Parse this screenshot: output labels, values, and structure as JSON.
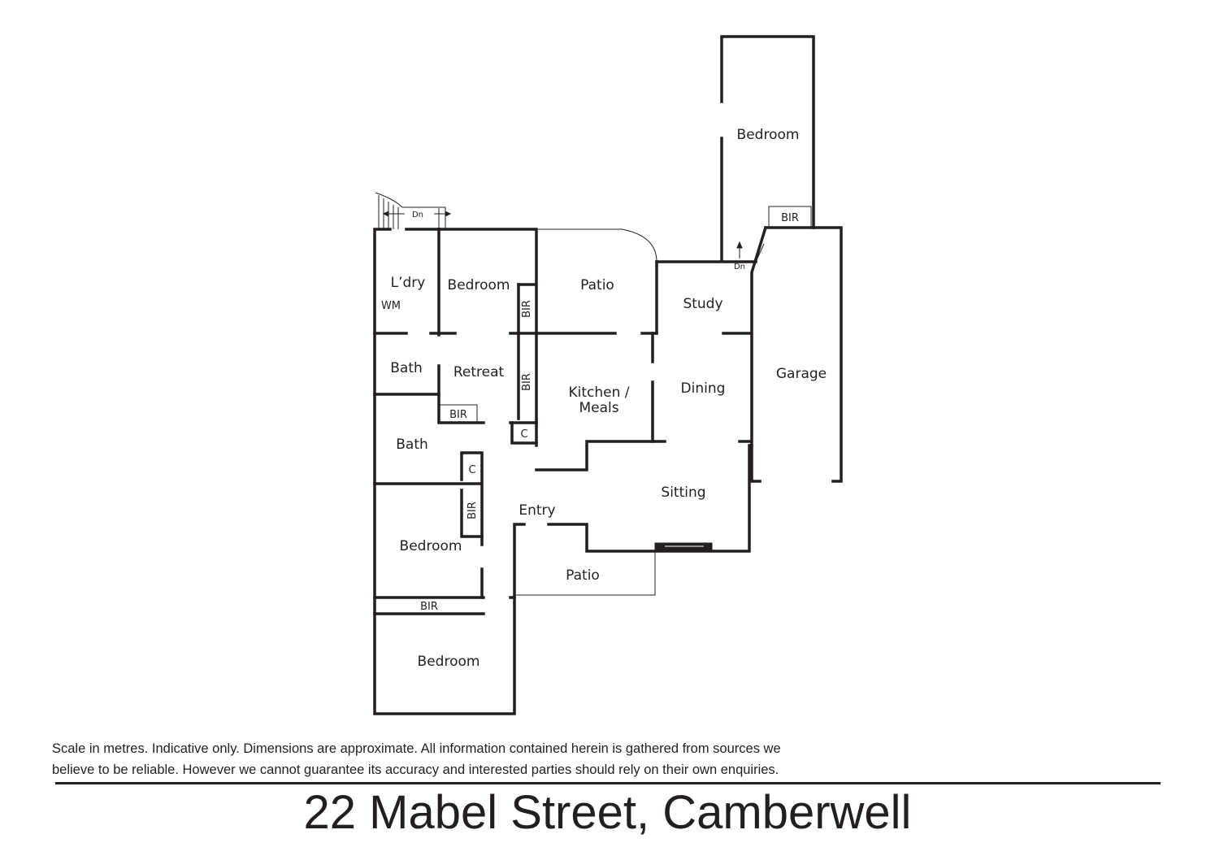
{
  "floor_plan": {
    "rooms": {
      "bedroom_top": "Bedroom",
      "bir_top": "BIR",
      "dn_top": "Dn",
      "laundry": "L’dry",
      "wm": "WM",
      "bedroom_upper": "Bedroom",
      "bir_upper_1": "BIR",
      "patio_top": "Patio",
      "dn_study": "Dn",
      "study": "Study",
      "bath_upper": "Bath",
      "retreat": "Retreat",
      "bir_retreat": "BIR",
      "bir_small": "BIR",
      "cupboard_1": "C",
      "kitchen_line1": "Kitchen /",
      "kitchen_line2": "Meals",
      "dining": "Dining",
      "garage": "Garage",
      "bath_lower": "Bath",
      "cupboard_2": "C",
      "bir_bedroom": "BIR",
      "sitting": "Sitting",
      "entry": "Entry",
      "bedroom_middle": "Bedroom",
      "patio_bottom": "Patio",
      "bir_bottom": "BIR",
      "bedroom_bottom": "Bedroom"
    }
  },
  "footer": {
    "disclaimer_line1": "Scale in metres. Indicative only. Dimensions are approximate. All information contained herein is gathered from sources we",
    "disclaimer_line2": "believe to be reliable. However we cannot guarantee its accuracy and interested parties should rely on their own enquiries.",
    "address": "22 Mabel Street, Camberwell"
  },
  "colors": {
    "ink": "#231f20",
    "background": "#ffffff"
  }
}
